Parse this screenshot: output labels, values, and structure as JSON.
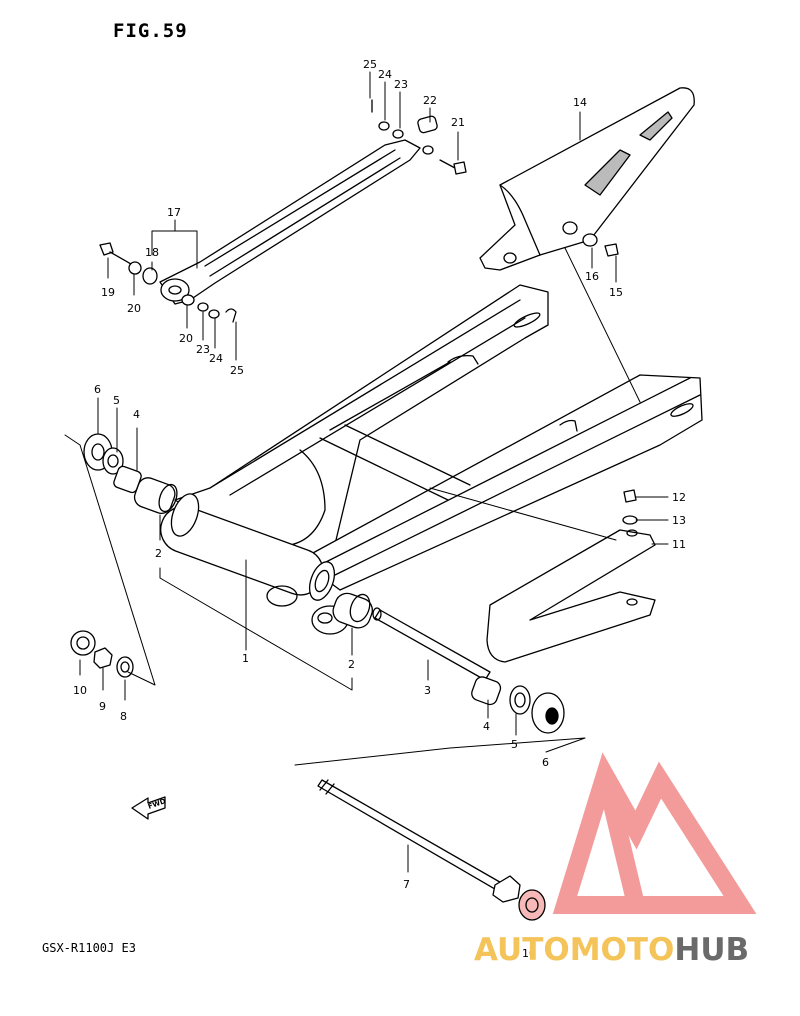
{
  "figure_title": "FIG.59",
  "model_code": "GSX-R1100J E3",
  "fwd_label": "FWD",
  "watermark": {
    "part_a": "AUTOMOTO",
    "part_b": "HUB",
    "color_a": "#f4c45a",
    "color_b": "#6a6a6a",
    "logo_color": "#f28a8a"
  },
  "callouts": [
    "1",
    "2",
    "2",
    "3",
    "4",
    "4",
    "5",
    "5",
    "6",
    "6",
    "7",
    "8",
    "9",
    "10",
    "10",
    "11",
    "12",
    "13",
    "14",
    "15",
    "16",
    "17",
    "18",
    "19",
    "20",
    "20",
    "21",
    "22",
    "23",
    "23",
    "24",
    "24",
    "25",
    "25"
  ]
}
